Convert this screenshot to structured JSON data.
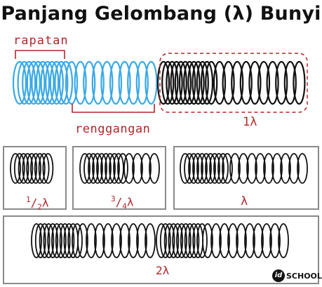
{
  "title": "Panjang Gelombang (λ) Bunyi",
  "labels": {
    "rapatan": "rapatan",
    "renggangan": "renggangan",
    "one_lambda": "1λ",
    "half_lambda": {
      "num": "1",
      "den": "2",
      "sym": "λ"
    },
    "three_quarter_lambda": {
      "num": "3",
      "den": "4",
      "sym": "λ"
    },
    "lambda": "λ",
    "two_lambda": "2λ"
  },
  "logo": {
    "badge": "id",
    "word": "SCHOOL"
  },
  "colors": {
    "spring_blue": "#3aa9e6",
    "spring_black": "#111111",
    "marker_red": "#b3262b",
    "box_gray": "#8a8a8a"
  }
}
